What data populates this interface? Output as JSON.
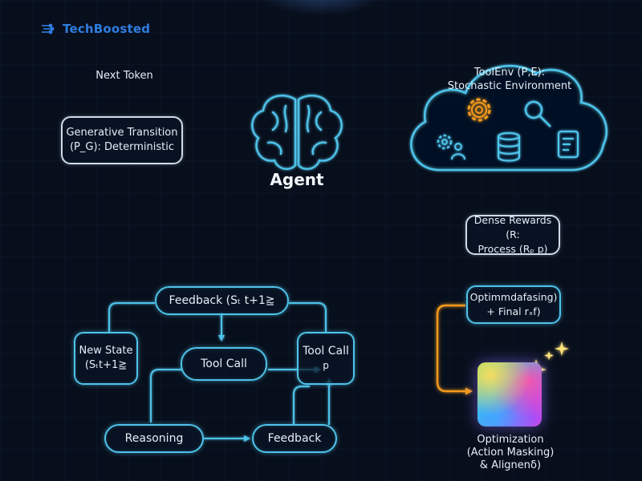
{
  "logo": {
    "text": "TechBoosted"
  },
  "left_top": {
    "next_token": "Next Token",
    "gen_line1": "Generative Transition",
    "gen_line2": "(P_G): Deterministic"
  },
  "agent": {
    "label": "Agent"
  },
  "cloud": {
    "line1": "ToolEnv (P,E):",
    "line2": "Stochastic Environment",
    "icons": [
      "gear-icon",
      "search-icon",
      "settings-person-icon",
      "database-icon",
      "server-icon"
    ]
  },
  "right_flow": {
    "dense_line1": "Dense Rewards (R:",
    "dense_line2": "Process (Rₚ p)",
    "optim_line1": "Optimmdafasing)",
    "optim_line2": "+ Final rₓf)",
    "opt_line1": "Optimization",
    "opt_line2": "(Action Masking)",
    "opt_line3": "& Alignenδ)"
  },
  "loop": {
    "feedback_top": "Feedback (Sₜ t+1⪎",
    "new_state_line1": "New State",
    "new_state_line2": "(Sₜt+1⪎",
    "tool_call_mid": "Tool Call",
    "tool_call_right": "Tool Call",
    "tool_call_right_sub": "p",
    "reasoning": "Reasoning",
    "feedback_bottom": "Feedback"
  },
  "colors": {
    "background": "#080f1c",
    "cyan": "#4fc3ea",
    "orange": "#f39a1e",
    "brand": "#2f7de1",
    "text": "#e6eef7"
  }
}
